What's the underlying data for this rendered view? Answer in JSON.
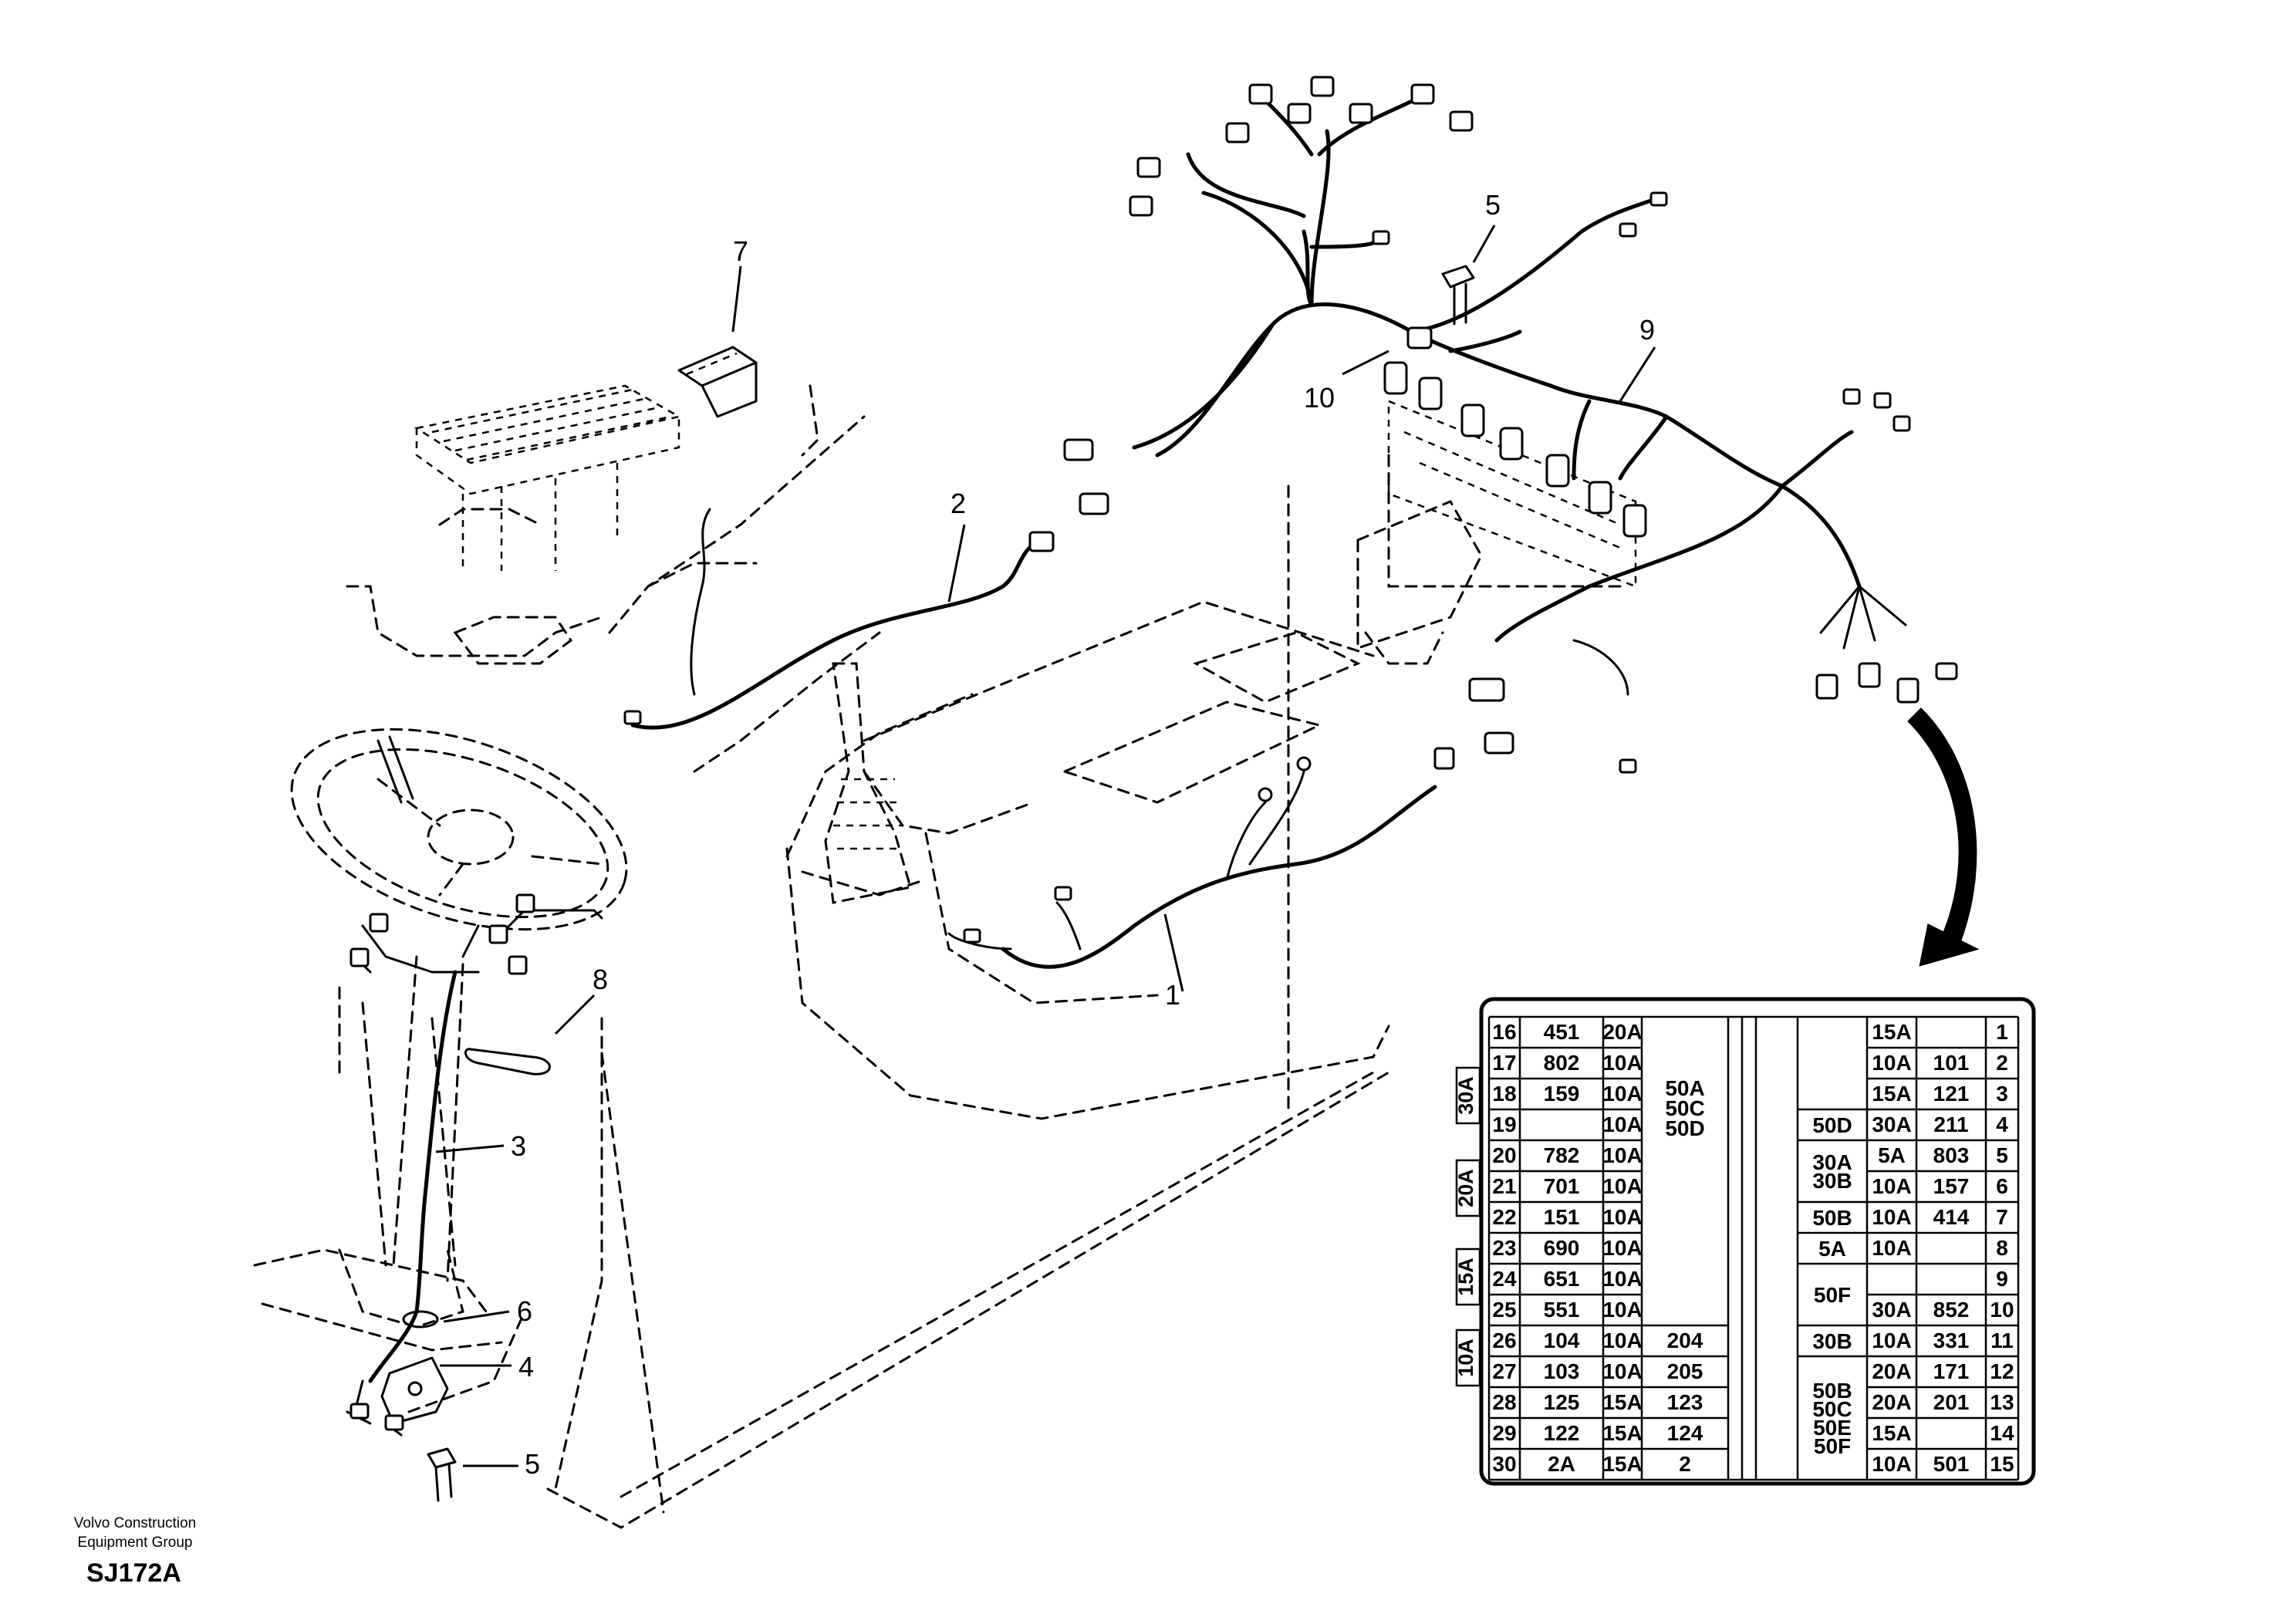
{
  "callouts": {
    "c1": "1",
    "c2": "2",
    "c3": "3",
    "c4": "4",
    "c5a": "5",
    "c5b": "5",
    "c6": "6",
    "c7": "7",
    "c8": "8",
    "c9": "9",
    "c10": "10"
  },
  "fuse_table": {
    "left_rows": [
      {
        "pos": "16",
        "wire": "451",
        "rating": "20A",
        "ext": ""
      },
      {
        "pos": "17",
        "wire": "802",
        "rating": "10A",
        "ext": ""
      },
      {
        "pos": "18",
        "wire": "159",
        "rating": "10A",
        "ext": ""
      },
      {
        "pos": "19",
        "wire": "",
        "rating": "10A",
        "ext": ""
      },
      {
        "pos": "20",
        "wire": "782",
        "rating": "10A",
        "ext": ""
      },
      {
        "pos": "21",
        "wire": "701",
        "rating": "10A",
        "ext": ""
      },
      {
        "pos": "22",
        "wire": "151",
        "rating": "10A",
        "ext": ""
      },
      {
        "pos": "23",
        "wire": "690",
        "rating": "10A",
        "ext": ""
      },
      {
        "pos": "24",
        "wire": "651",
        "rating": "10A",
        "ext": ""
      },
      {
        "pos": "25",
        "wire": "551",
        "rating": "10A",
        "ext": ""
      },
      {
        "pos": "26",
        "wire": "104",
        "rating": "10A",
        "ext": "204"
      },
      {
        "pos": "27",
        "wire": "103",
        "rating": "10A",
        "ext": "205"
      },
      {
        "pos": "28",
        "wire": "125",
        "rating": "15A",
        "ext": "123"
      },
      {
        "pos": "29",
        "wire": "122",
        "rating": "15A",
        "ext": "124"
      },
      {
        "pos": "30",
        "wire": "2A",
        "rating": "15A",
        "ext": "2"
      }
    ],
    "left_merged_lines": [
      "50A",
      "50C",
      "50D"
    ],
    "side_labels": [
      "30A",
      "20A",
      "15A",
      "10A"
    ],
    "right_rows": [
      {
        "rating": "15A",
        "wire": "",
        "pos": "1"
      },
      {
        "rating": "10A",
        "wire": "101",
        "pos": "2"
      },
      {
        "rating": "15A",
        "wire": "121",
        "pos": "3"
      },
      {
        "rating": "30A",
        "wire": "211",
        "pos": "4"
      },
      {
        "rating": "5A",
        "wire": "803",
        "pos": "5"
      },
      {
        "rating": "10A",
        "wire": "157",
        "pos": "6"
      },
      {
        "rating": "10A",
        "wire": "414",
        "pos": "7"
      },
      {
        "rating": "10A",
        "wire": "",
        "pos": "8"
      },
      {
        "rating": "",
        "wire": "",
        "pos": "9"
      },
      {
        "rating": "30A",
        "wire": "852",
        "pos": "10"
      },
      {
        "rating": "10A",
        "wire": "331",
        "pos": "11"
      },
      {
        "rating": "20A",
        "wire": "171",
        "pos": "12"
      },
      {
        "rating": "20A",
        "wire": "201",
        "pos": "13"
      },
      {
        "rating": "15A",
        "wire": "",
        "pos": "14"
      },
      {
        "rating": "10A",
        "wire": "501",
        "pos": "15"
      }
    ],
    "right_group_labels": {
      "g4": [
        "50D"
      ],
      "g5": [
        "30A",
        "30B"
      ],
      "g7": [
        "50B"
      ],
      "g8": [
        "5A"
      ],
      "g9": [
        "50F"
      ],
      "g11": [
        "30B"
      ],
      "g12": [
        "50B",
        "50C",
        "50E",
        "50F"
      ]
    }
  },
  "footer": {
    "company_line1": "Volvo Construction",
    "company_line2": "Equipment Group",
    "code": "SJ172A"
  }
}
